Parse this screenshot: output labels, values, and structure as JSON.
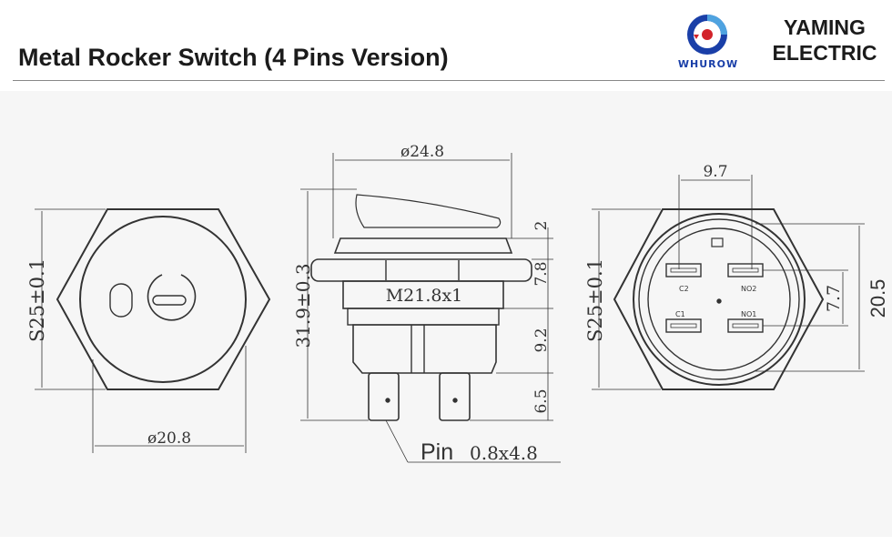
{
  "header": {
    "title": "Metal Rocker Switch (4 Pins Version)",
    "brand_line1": "YAMING",
    "brand_line2": "ELECTRIC",
    "logo_text": "WHUROW"
  },
  "front_view": {
    "s_dim": "S25±0.1",
    "dia": "ø20.8"
  },
  "side_view": {
    "dia_top": "ø24.8",
    "height": "31.9±0.3",
    "thread": "M21.8x1",
    "dims": [
      "2",
      "7.8",
      "9.2",
      "6.5"
    ],
    "pin_label": "Pin",
    "pin_size": "0.8x4.8"
  },
  "back_view": {
    "pin_spacing": "9.7",
    "s_dim": "S25±0.1",
    "inner": "7.7",
    "outer": "20.5",
    "terminals": [
      "C2",
      "NO2",
      "C1",
      "NO1"
    ]
  },
  "colors": {
    "line": "#333333",
    "bg": "#f6f6f6",
    "logo_blue": "#1a3fa8",
    "logo_red": "#d2232a"
  }
}
